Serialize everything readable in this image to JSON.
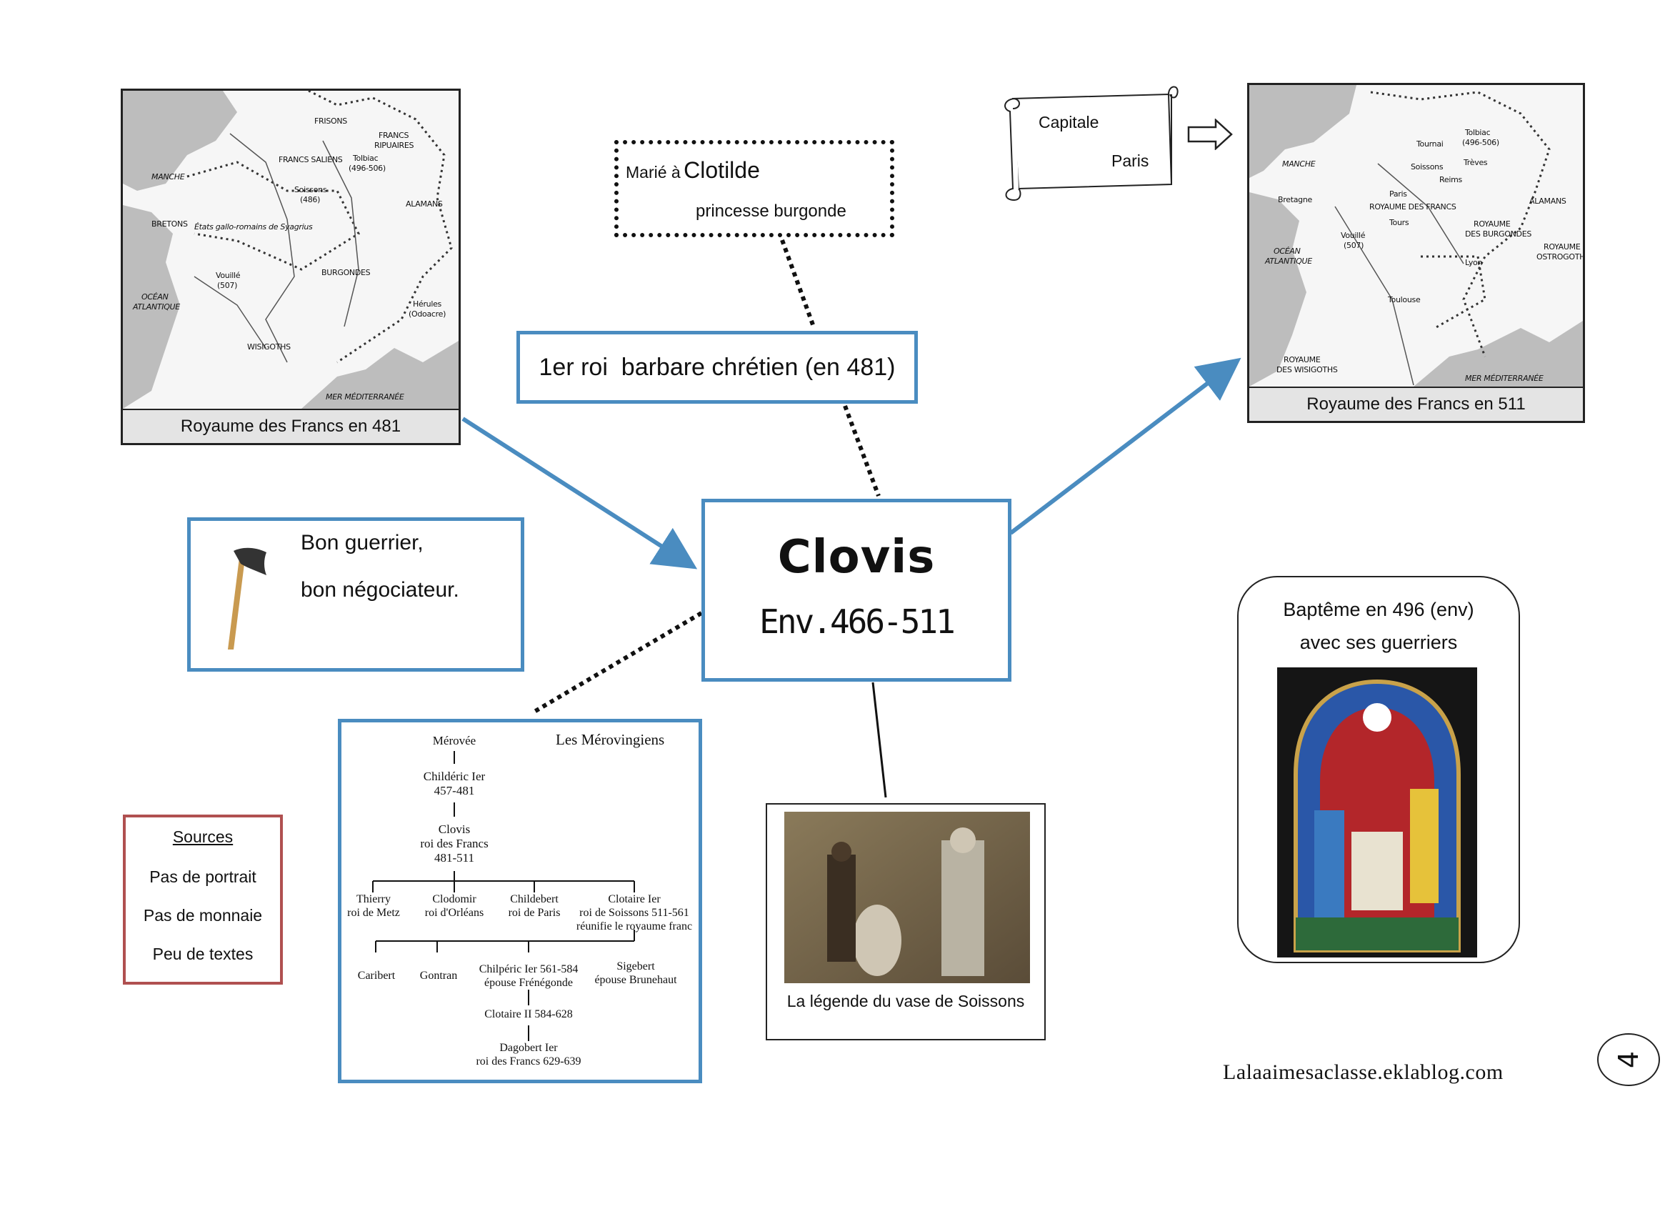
{
  "capitale_scroll": {
    "label": "Capitale",
    "value": "Paris"
  },
  "map_481": {
    "caption": "Royaume des Francs en 481",
    "labels": [
      "FRISONS",
      "FRANCS",
      "RIPUAIRES",
      "FRANCS SALIENS",
      "Tolbiac",
      "(496-506)",
      "MANCHE",
      "Soissons",
      "(486)",
      "ALAMANS",
      "BRETONS",
      "États gallo-romains de Syagrius",
      "BURGONDES",
      "Vouillé",
      "(507)",
      "OCÉAN",
      "ATLANTIQUE",
      "Hérules",
      "(Odoacre)",
      "WISIGOTHS",
      "MER MÉDITERRANÉE"
    ]
  },
  "map_511": {
    "caption": "Royaume des Francs en 511",
    "labels": [
      "Tolbiac",
      "(496-506)",
      "Tournai",
      "Trèves",
      "MANCHE",
      "Soissons",
      "Reims",
      "Paris",
      "Bretagne",
      "ROYAUME DES FRANCS",
      "ALAMANS",
      "Tours",
      "ROYAUME",
      "DES BURGONDES",
      "Vouillé",
      "(507)",
      "OCÉAN",
      "ATLANTIQUE",
      "ROYAUME",
      "OSTROGOTH",
      "Lyon",
      "Toulouse",
      "ROYAUME",
      "DES WISIGOTHS",
      "MER MÉDITERRANÉE"
    ]
  },
  "clotilde": {
    "prefix": "Marié à",
    "name": "Clotilde",
    "subtitle": "princesse burgonde"
  },
  "premier_roi": "1er roi  barbare chrétien (en 481)",
  "clovis": {
    "name": "Clovis",
    "dates": "Env.466-511"
  },
  "guerrier": {
    "line1": "Bon guerrier,",
    "line2": "bon négociateur."
  },
  "bapteme": {
    "line1": "Baptême en 496 (env)",
    "line2": "avec ses guerriers"
  },
  "sources": {
    "title": "Sources",
    "items": [
      "Pas de portrait",
      "Pas de monnaie",
      "Peu de textes"
    ]
  },
  "vase": {
    "caption": "La légende du vase de Soissons"
  },
  "genealogy": {
    "title": "Les Mérovingiens",
    "merovee": "Mérovée",
    "childeric": {
      "name": "Childéric Ier",
      "dates": "457-481"
    },
    "clovis": {
      "name": "Clovis",
      "title": "roi des Francs",
      "dates": "481-511"
    },
    "sons": [
      {
        "name": "Thierry",
        "title": "roi de Metz"
      },
      {
        "name": "Clodomir",
        "title": "roi d'Orléans"
      },
      {
        "name": "Childebert",
        "title": "roi de Paris"
      },
      {
        "name": "Clotaire Ier",
        "title": "roi de Soissons 511-561",
        "extra": "réunifie le royaume franc"
      }
    ],
    "grandsons": [
      {
        "name": "Caribert"
      },
      {
        "name": "Gontran"
      },
      {
        "name": "Chilpéric Ier 561-584",
        "title": "épouse Frénégonde"
      },
      {
        "name": "Sigebert",
        "title": "épouse Brunehaut"
      }
    ],
    "clotaire2": "Clotaire II 584-628",
    "dagobert": {
      "name": "Dagobert Ier",
      "title": "roi des Francs 629-639"
    }
  },
  "footer": {
    "credit": "Lalaaimesaclasse.eklablog.com",
    "page_number": "4"
  },
  "colors": {
    "accent_blue": "#4a8cc0",
    "sources_red": "#b05050"
  }
}
